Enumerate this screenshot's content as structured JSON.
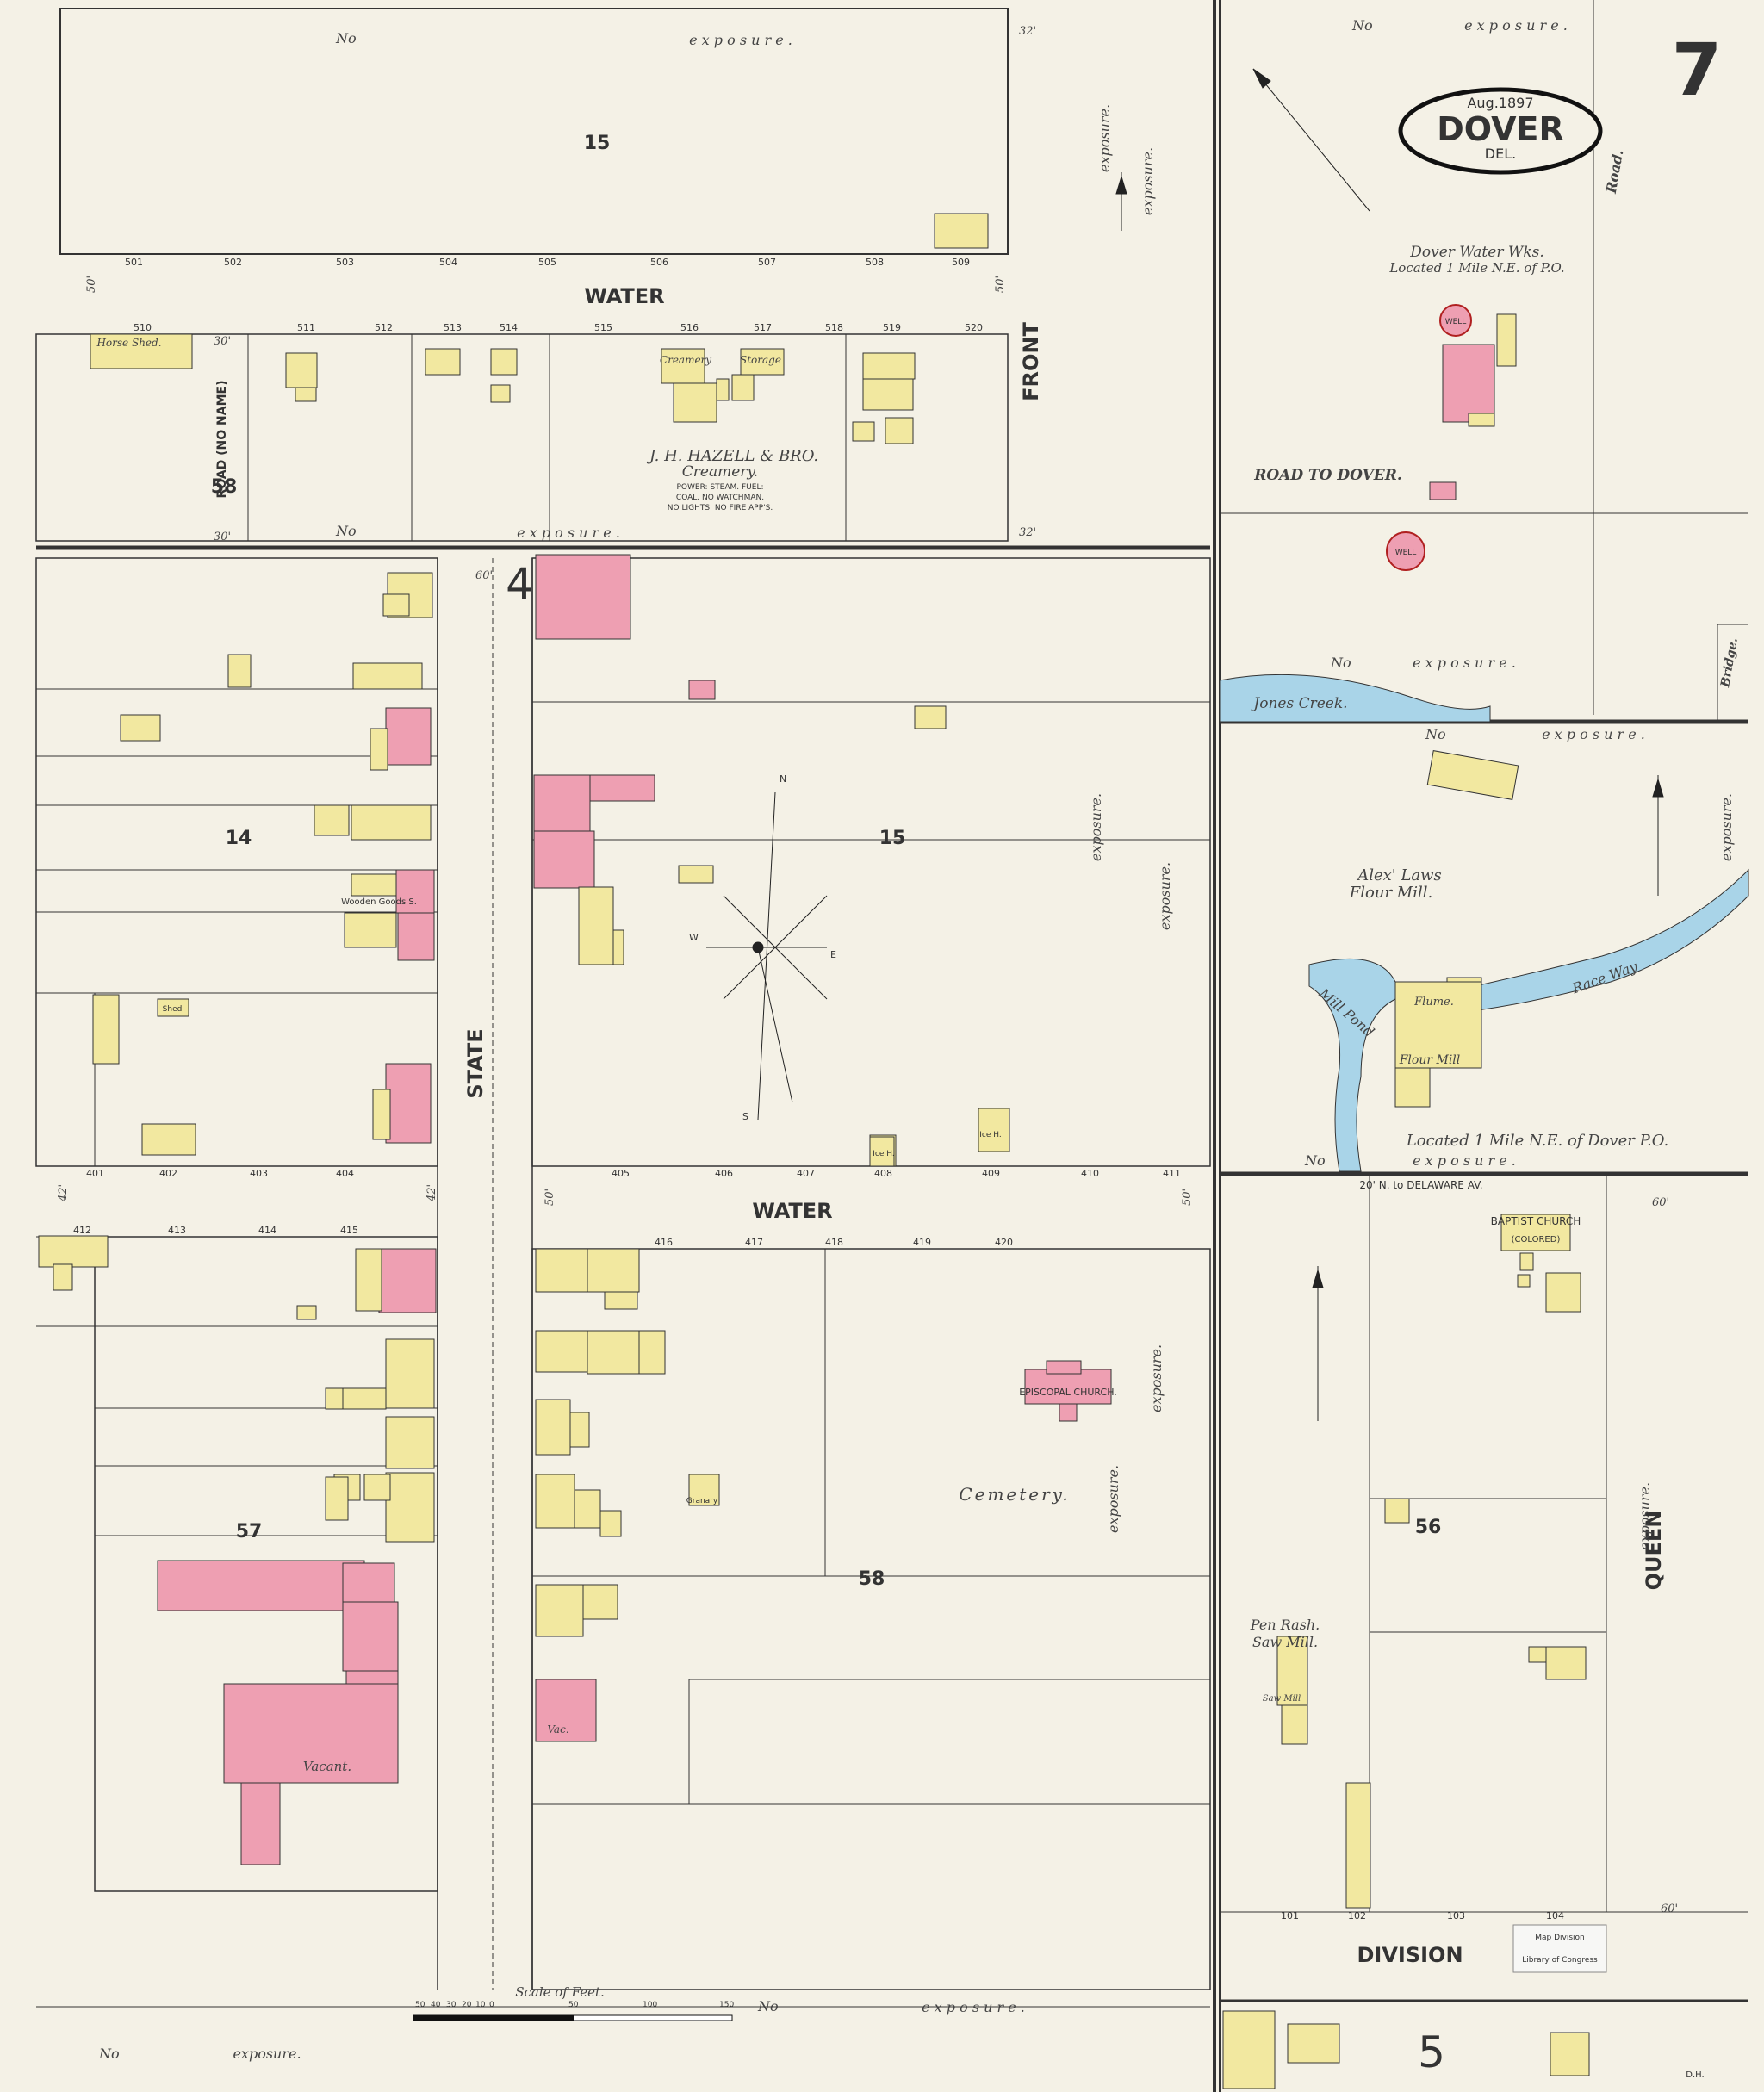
{
  "sheet": {
    "number": "7",
    "title_city": "DOVER",
    "title_state": "DEL.",
    "title_date": "Aug.1897"
  },
  "streets": {
    "water_top": "WATER",
    "water_mid": "WATER",
    "front": "FRONT",
    "state": "STATE",
    "division": "DIVISION",
    "queen": "QUEEN",
    "road_no_name": "ROAD (NO NAME)",
    "road_to_dover": "ROAD TO DOVER.",
    "road_right": "Road.",
    "bridge": "Bridge."
  },
  "blocks": {
    "b15_top": "15",
    "b58_left": "58",
    "b14": "14",
    "b15_mid": "15",
    "b57": "57",
    "b58_mid": "58",
    "b56": "56",
    "b5": "5",
    "b4": "4"
  },
  "exposure": {
    "no": "No",
    "word": "exposure.",
    "spaced": "e x p o s u r e ."
  },
  "labels": {
    "creamery_title": "J. H. HAZELL & BRO.",
    "creamery_sub": "Creamery.",
    "creamery_note1": "POWER: STEAM. FUEL:",
    "creamery_note2": "COAL. NO WATCHMAN.",
    "creamery_note3": "NO LIGHTS. NO FIRE APP'S.",
    "creamery_bldg": "Creamery",
    "storage": "Storage",
    "horse_shed": "Horse Shed.",
    "water_works_1": "Dover Water Wks.",
    "water_works_2": "Located 1 Mile N.E. of P.O.",
    "well": "WELL",
    "jones_creek": "Jones Creek.",
    "flour_mill_1": "Alex' Laws",
    "flour_mill_2": "Flour Mill.",
    "flour_mill_bldg": "Flour Mill",
    "flour_mill_loc": "Located 1 Mile N.E. of Dover P.O.",
    "mill_pond": "Mill Pond",
    "race_way": "Race Way",
    "flume": "Flume.",
    "episcopal": "EPISCOPAL CHURCH.",
    "cemetery": "Cemetery.",
    "vacant": "Vacant.",
    "vac": "Vac.",
    "baptist": "BAPTIST CHURCH",
    "baptist_sub": "(COLORED)",
    "saw_mill_1": "Pen Rash.",
    "saw_mill_2": "Saw Mill.",
    "saw_mill_bldg": "Saw Mill",
    "delaware_av": "20' N. to DELAWARE AV.",
    "scale_title": "Scale of Feet.",
    "scale_ticks": [
      "50",
      "40",
      "30",
      "20",
      "10",
      "0",
      "50",
      "100",
      "150"
    ],
    "wooden_goods": "Wooden Goods S.",
    "ice_house": "Ice H.",
    "shed": "Shed",
    "north": "N",
    "south": "S",
    "east": "E",
    "west": "W",
    "stamp_1": "Map Division",
    "stamp_2": "Library of Congress",
    "dh": "D.H.",
    "garage": "Granary"
  },
  "dimensions": {
    "d30": "30'",
    "d32": "32'",
    "d50": "50'",
    "d60": "60'",
    "d42": "42'"
  },
  "addresses": {
    "top_row": [
      "501",
      "502",
      "503",
      "504",
      "505",
      "506",
      "507",
      "508",
      "509"
    ],
    "row2": [
      "510",
      "511",
      "512",
      "513",
      "514",
      "515",
      "516",
      "517",
      "518",
      "519",
      "520"
    ],
    "row3": [
      "401",
      "402",
      "403",
      "404",
      "405",
      "406",
      "407",
      "408",
      "409",
      "410",
      "411"
    ],
    "row4": [
      "412",
      "413",
      "414",
      "415",
      "416",
      "417",
      "418",
      "419",
      "420"
    ],
    "bottom": [
      "101",
      "102",
      "103",
      "104"
    ]
  },
  "colors": {
    "paper": "#f4f1e6",
    "dwelling_yellow": "#f2e8a0",
    "brick_pink": "#ee9fb2",
    "water_blue": "#a9d4e8",
    "line": "#333333"
  }
}
